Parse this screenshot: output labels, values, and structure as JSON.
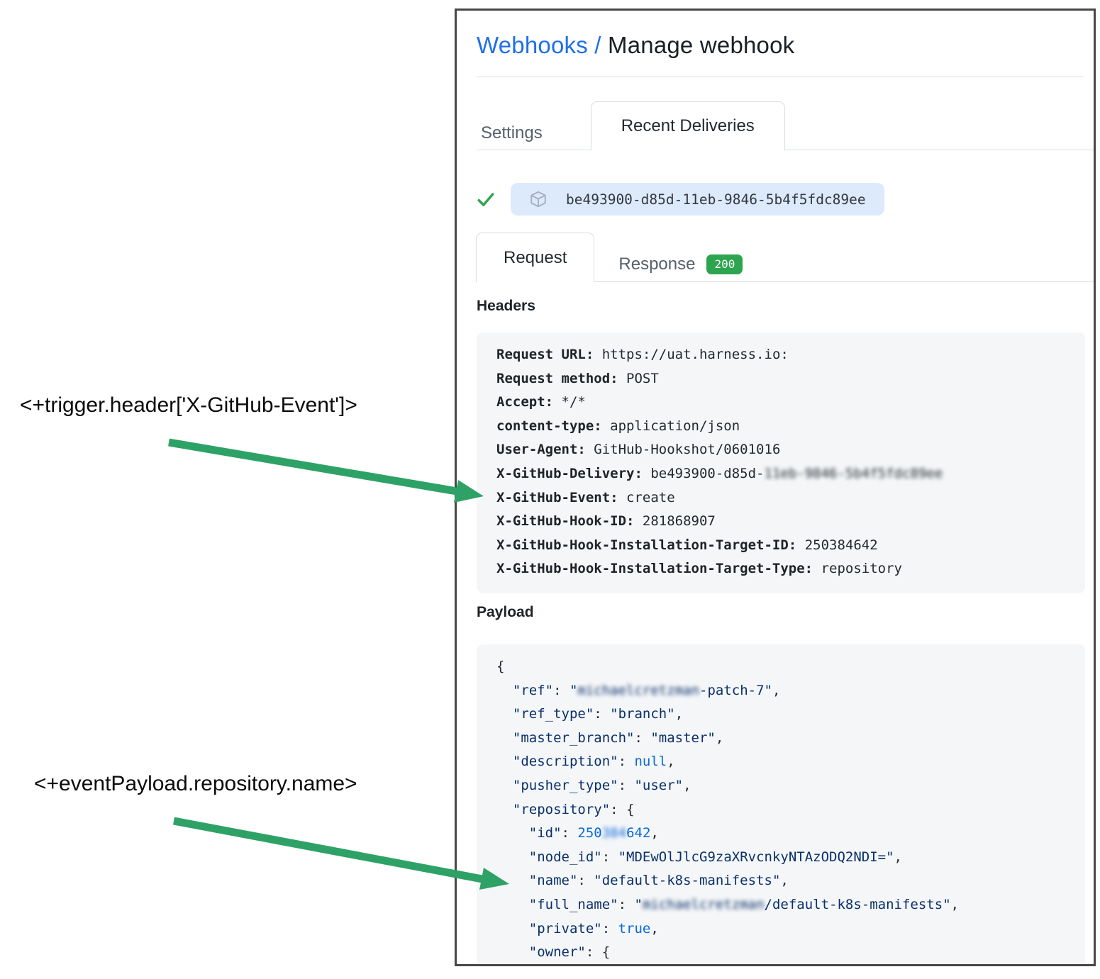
{
  "breadcrumb": {
    "link": "Webhooks",
    "separator": " / ",
    "title": "Manage webhook"
  },
  "tabs": {
    "settings": "Settings",
    "recent_deliveries": "Recent Deliveries"
  },
  "delivery": {
    "guid": "be493900-d85d-11eb-9846-5b4f5fdc89ee",
    "status": "success"
  },
  "subtabs": {
    "request": "Request",
    "response": "Response",
    "status_code": "200"
  },
  "headers_section": {
    "title": "Headers",
    "lines": [
      {
        "key": "Request URL:",
        "value": "https://uat.harness.io:"
      },
      {
        "key": "Request method:",
        "value": "POST"
      },
      {
        "key": "Accept:",
        "value": "*/*"
      },
      {
        "key": "content-type:",
        "value": "application/json"
      },
      {
        "key": "User-Agent:",
        "value": "GitHub-Hookshot/0601016"
      },
      {
        "key": "X-GitHub-Delivery:",
        "value": "be493900-d85d-",
        "redacted": "11eb-9846-5b4f5fdc89ee"
      },
      {
        "key": "X-GitHub-Event:",
        "value": "create"
      },
      {
        "key": "X-GitHub-Hook-ID:",
        "value": "281868907"
      },
      {
        "key": "X-GitHub-Hook-Installation-Target-ID:",
        "value": "250384642"
      },
      {
        "key": "X-GitHub-Hook-Installation-Target-Type:",
        "value": "repository"
      }
    ]
  },
  "payload_section": {
    "title": "Payload",
    "lines": [
      [
        {
          "t": "plain",
          "v": "{"
        }
      ],
      [
        {
          "t": "key",
          "v": "  \"ref\""
        },
        {
          "t": "plain",
          "v": ": "
        },
        {
          "t": "str",
          "v": "\""
        },
        {
          "t": "blur",
          "v": "michaelcretzman"
        },
        {
          "t": "str",
          "v": "-patch-7\""
        },
        {
          "t": "plain",
          "v": ","
        }
      ],
      [
        {
          "t": "key",
          "v": "  \"ref_type\""
        },
        {
          "t": "plain",
          "v": ": "
        },
        {
          "t": "str",
          "v": "\"branch\""
        },
        {
          "t": "plain",
          "v": ","
        }
      ],
      [
        {
          "t": "key",
          "v": "  \"master_branch\""
        },
        {
          "t": "plain",
          "v": ": "
        },
        {
          "t": "str",
          "v": "\"master\""
        },
        {
          "t": "plain",
          "v": ","
        }
      ],
      [
        {
          "t": "key",
          "v": "  \"description\""
        },
        {
          "t": "plain",
          "v": ": "
        },
        {
          "t": "lit",
          "v": "null"
        },
        {
          "t": "plain",
          "v": ","
        }
      ],
      [
        {
          "t": "key",
          "v": "  \"pusher_type\""
        },
        {
          "t": "plain",
          "v": ": "
        },
        {
          "t": "str",
          "v": "\"user\""
        },
        {
          "t": "plain",
          "v": ","
        }
      ],
      [
        {
          "t": "key",
          "v": "  \"repository\""
        },
        {
          "t": "plain",
          "v": ": {"
        }
      ],
      [
        {
          "t": "key",
          "v": "    \"id\""
        },
        {
          "t": "plain",
          "v": ": "
        },
        {
          "t": "lit",
          "v": "250"
        },
        {
          "t": "blurlit",
          "v": "384"
        },
        {
          "t": "lit",
          "v": "642"
        },
        {
          "t": "plain",
          "v": ","
        }
      ],
      [
        {
          "t": "key",
          "v": "    \"node_id\""
        },
        {
          "t": "plain",
          "v": ": "
        },
        {
          "t": "str",
          "v": "\"MDEwOlJlcG9zaXRvcnkyNTAzODQ2NDI=\""
        },
        {
          "t": "plain",
          "v": ","
        }
      ],
      [
        {
          "t": "key",
          "v": "    \"name\""
        },
        {
          "t": "plain",
          "v": ": "
        },
        {
          "t": "str",
          "v": "\"default-k8s-manifests\""
        },
        {
          "t": "plain",
          "v": ","
        }
      ],
      [
        {
          "t": "key",
          "v": "    \"full_name\""
        },
        {
          "t": "plain",
          "v": ": "
        },
        {
          "t": "str",
          "v": "\""
        },
        {
          "t": "blur",
          "v": "michaelcretzman"
        },
        {
          "t": "str",
          "v": "/default-k8s-manifests\""
        },
        {
          "t": "plain",
          "v": ","
        }
      ],
      [
        {
          "t": "key",
          "v": "    \"private\""
        },
        {
          "t": "plain",
          "v": ": "
        },
        {
          "t": "lit",
          "v": "true"
        },
        {
          "t": "plain",
          "v": ","
        }
      ],
      [
        {
          "t": "key",
          "v": "    \"owner\""
        },
        {
          "t": "plain",
          "v": ": {"
        }
      ]
    ]
  },
  "annotations": {
    "trigger_header": "<+trigger.header['X-GitHub-Event']>",
    "event_payload": "<+eventPayload.repository.name>"
  },
  "colors": {
    "link_blue": "#1f6feb",
    "badge_green": "#2da44e",
    "check_green": "#2da44e",
    "arrow_green": "#2ea266",
    "code_navy": "#0a3069",
    "code_literal_blue": "#0969da",
    "code_box_bg": "#f4f6f8",
    "pill_bg": "#ddeafc"
  }
}
